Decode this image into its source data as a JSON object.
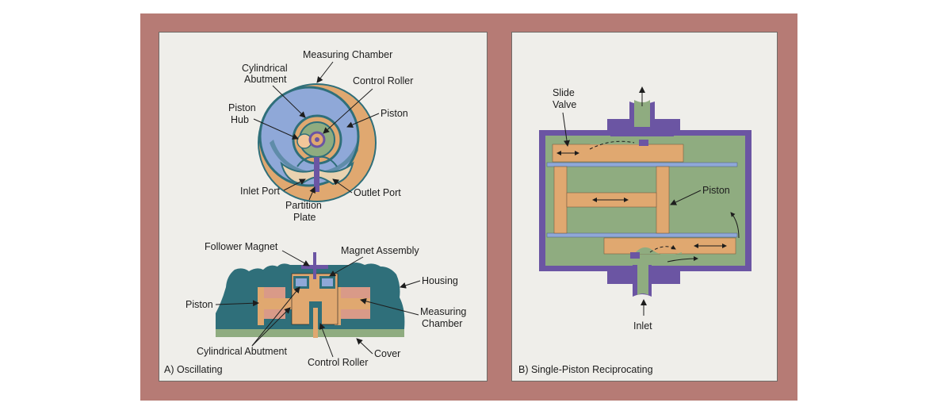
{
  "panel_a": {
    "caption": "A) Oscillating",
    "top_labels": {
      "measuring_chamber": "Measuring Chamber",
      "cylindrical_abutment_1": "Cylindrical",
      "cylindrical_abutment_2": "Abutment",
      "control_roller": "Control Roller",
      "piston_hub_1": "Piston",
      "piston_hub_2": "Hub",
      "piston": "Piston",
      "inlet_port": "Inlet Port",
      "outlet_port": "Outlet Port",
      "partition_plate_1": "Partition",
      "partition_plate_2": "Plate"
    },
    "bottom_labels": {
      "follower_magnet": "Follower Magnet",
      "magnet_assembly": "Magnet Assembly",
      "housing": "Housing",
      "piston": "Piston",
      "measuring_chamber_1": "Measuring",
      "measuring_chamber_2": "Chamber",
      "cylindrical_abutment": "Cylindrical Abutment",
      "cover": "Cover",
      "control_roller": "Control Roller"
    }
  },
  "panel_b": {
    "caption": "B) Single-Piston Reciprocating",
    "labels": {
      "slide_valve_1": "Slide",
      "slide_valve_2": "Valve",
      "piston": "Piston",
      "inlet": "Inlet"
    }
  },
  "colors": {
    "frame": "#b67b75",
    "panel": "#efeeea",
    "housing_teal": "#2f6f7a",
    "tan": "#e0a870",
    "green": "#8fac80",
    "purple": "#6b55a3",
    "blue": "#8fa8d8",
    "salmon": "#d99a88"
  }
}
